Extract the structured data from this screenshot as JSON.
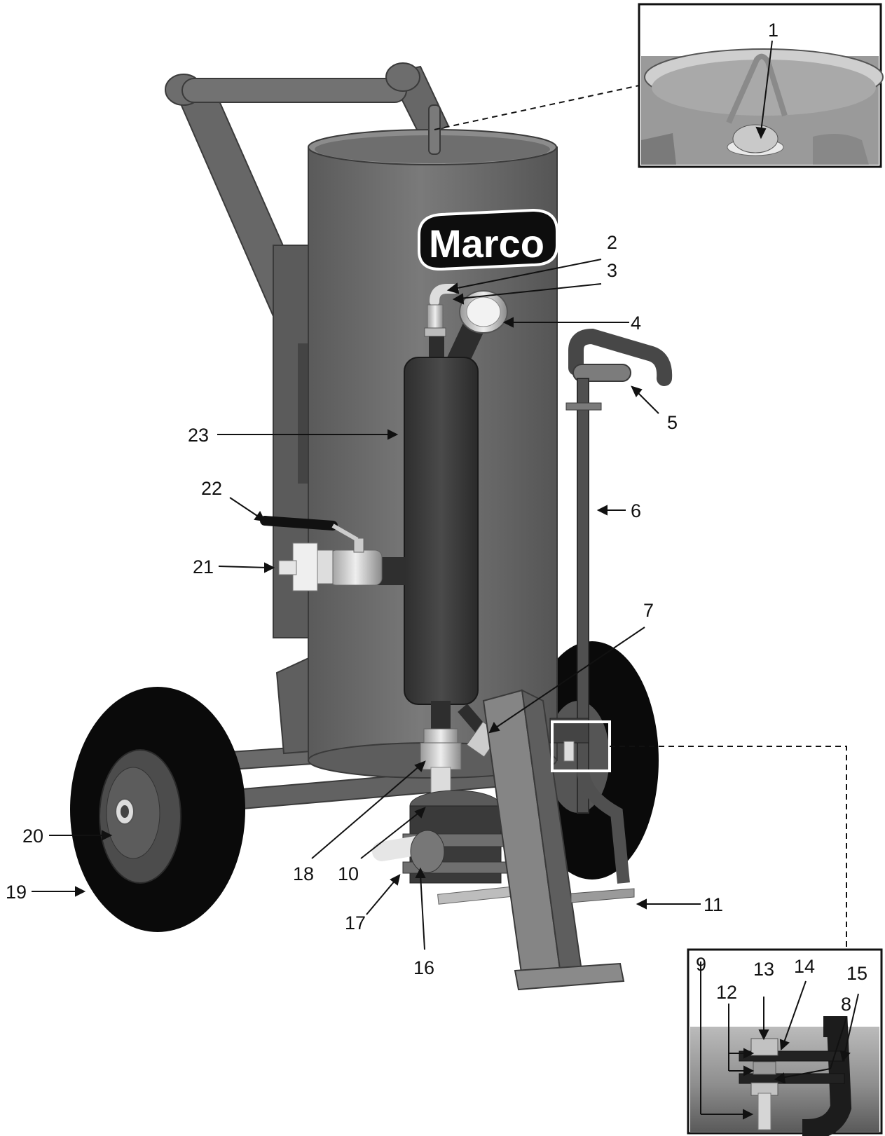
{
  "brand": {
    "logo_text": "Marco"
  },
  "colors": {
    "body": "#6e6e6e",
    "body_dark": "#4a4a4a",
    "body_light": "#8a8a8a",
    "tire": "#0a0a0a",
    "line": "#111111",
    "callout_box": "#111111",
    "highlight_box": "#ffffff"
  },
  "callouts": [
    {
      "number": "1",
      "part": "pop-up valve"
    },
    {
      "number": "2",
      "part": ""
    },
    {
      "number": "3",
      "part": ""
    },
    {
      "number": "4",
      "part": "pressure gauge"
    },
    {
      "number": "5",
      "part": "handle grip"
    },
    {
      "number": "6",
      "part": "pipe"
    },
    {
      "number": "7",
      "part": "valve"
    },
    {
      "number": "8",
      "part": ""
    },
    {
      "number": "9",
      "part": ""
    },
    {
      "number": "10",
      "part": ""
    },
    {
      "number": "11",
      "part": ""
    },
    {
      "number": "12",
      "part": ""
    },
    {
      "number": "13",
      "part": ""
    },
    {
      "number": "14",
      "part": ""
    },
    {
      "number": "15",
      "part": ""
    },
    {
      "number": "16",
      "part": ""
    },
    {
      "number": "17",
      "part": ""
    },
    {
      "number": "18",
      "part": ""
    },
    {
      "number": "19",
      "part": "tire"
    },
    {
      "number": "20",
      "part": "hub"
    },
    {
      "number": "21",
      "part": ""
    },
    {
      "number": "22",
      "part": "ball valve handle"
    },
    {
      "number": "23",
      "part": "moisture separator"
    }
  ]
}
